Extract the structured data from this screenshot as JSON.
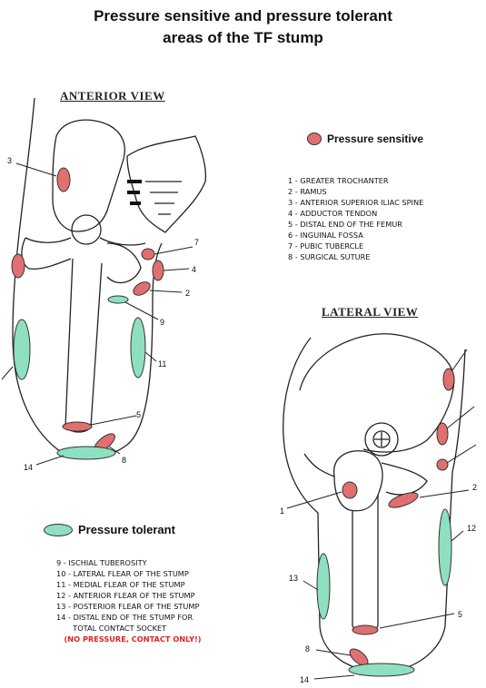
{
  "title_line1": "Pressure sensitive and pressure tolerant",
  "title_line2": "areas of the TF stump",
  "anterior_view_title": "ANTERIOR VIEW",
  "lateral_view_title": "LATERAL VIEW",
  "legend_sensitive": "Pressure sensitive",
  "legend_tolerant": "Pressure tolerant",
  "colors": {
    "sensitive": "#e07070",
    "tolerant": "#8ee0c0",
    "outline": "#222222",
    "note": "#dd2222"
  },
  "sensitive_list": [
    "1 - GREATER TROCHANTER",
    "2 - RAMUS",
    "3 - ANTERIOR SUPERIOR ILIAC SPINE",
    "4 - ADDUCTOR TENDON",
    "5 - DISTAL END OF THE FEMUR",
    "6 - INGUINAL FOSSA",
    "7 - PUBIC TUBERCLE",
    "8 - SURGICAL SUTURE"
  ],
  "tolerant_list": [
    "9 - ISCHIAL TUBEROSITY",
    "10 - LATERAL FLEAR OF THE STUMP",
    "11 - MEDIAL FLEAR OF THE STUMP",
    "12 - ANTERIOR FLEAR OF THE STUMP",
    "13 - POSTERIOR FLEAR OF THE STUMP",
    "14 - DISTAL END OF THE STUMP FOR",
    "       TOTAL CONTACT SOCKET"
  ],
  "tolerant_note": "(NO PRESSURE, CONTACT ONLY!)",
  "anterior_labels": {
    "n3": "3",
    "n7": "7",
    "n4": "4",
    "n2": "2",
    "n9": "9",
    "n11": "11",
    "n5": "5",
    "n8": "8",
    "n14": "14"
  },
  "lateral_labels": {
    "n2": "2",
    "n1": "1",
    "n12": "12",
    "n13": "13",
    "n5": "5",
    "n8": "8",
    "n14": "14"
  }
}
